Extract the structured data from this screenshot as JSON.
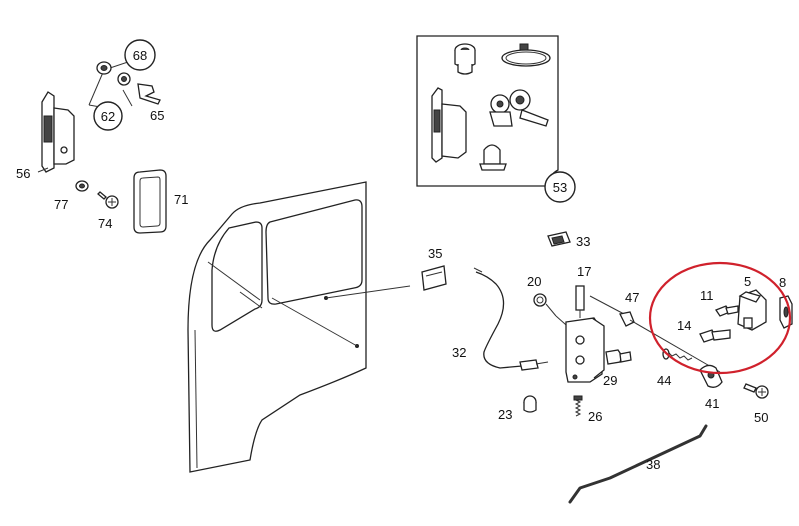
{
  "highlight_color": "#d0212c",
  "callouts": {
    "c68": "68",
    "c62": "62",
    "c65": "65",
    "c56": "56",
    "c77": "77",
    "c74": "74",
    "c71": "71",
    "c53": "53",
    "c33": "33",
    "c35": "35",
    "c20": "20",
    "c17": "17",
    "c47": "47",
    "c32": "32",
    "c29": "29",
    "c23": "23",
    "c26": "26",
    "c44": "44",
    "c41": "41",
    "c50": "50",
    "c38": "38",
    "c11": "11",
    "c14": "14",
    "c5": "5",
    "c8": "8"
  }
}
